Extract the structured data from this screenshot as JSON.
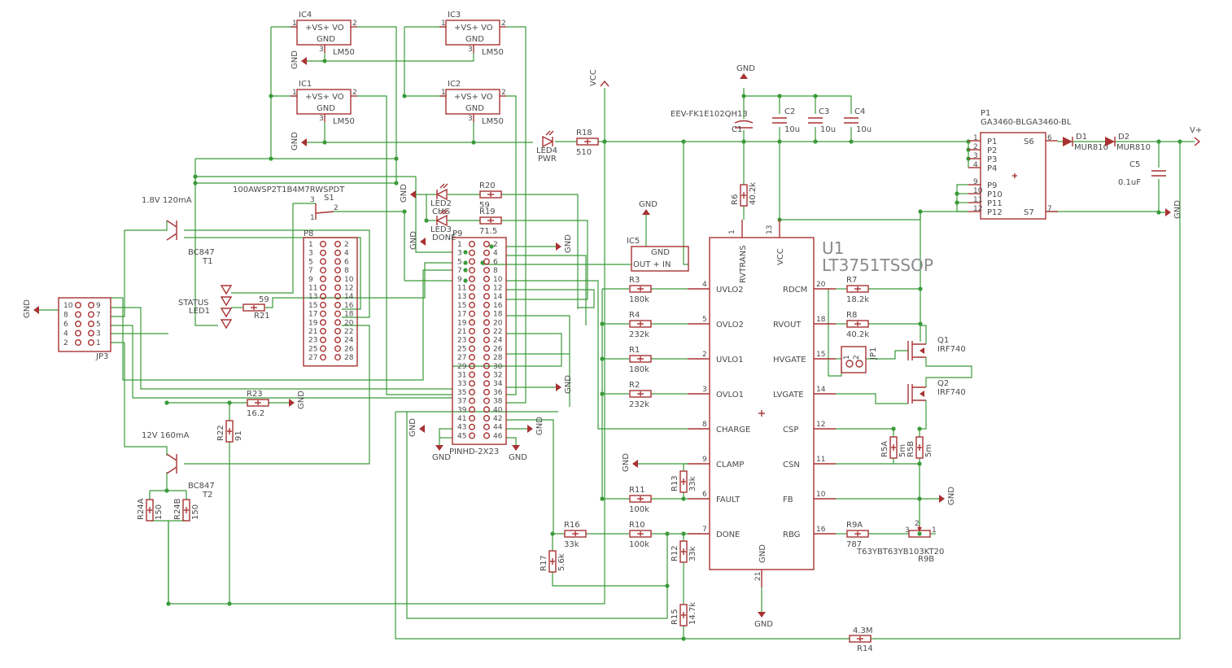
{
  "u1": {
    "ref": "U1",
    "value": "LT3751TSSOP",
    "pins_left": [
      {
        "name": "UVLO2",
        "num": "4"
      },
      {
        "name": "OVLO2",
        "num": "5"
      },
      {
        "name": "UVLO1",
        "num": "2"
      },
      {
        "name": "OVLO1",
        "num": "3"
      },
      {
        "name": "CHARGE",
        "num": "8"
      },
      {
        "name": "CLAMP",
        "num": "9"
      },
      {
        "name": "FAULT",
        "num": "6"
      },
      {
        "name": "DONE",
        "num": "7"
      }
    ],
    "pins_right": [
      {
        "name": "RDCM",
        "num": "20"
      },
      {
        "name": "RVOUT",
        "num": "18"
      },
      {
        "name": "HVGATE",
        "num": "15"
      },
      {
        "name": "LVGATE",
        "num": "14"
      },
      {
        "name": "CSP",
        "num": "12"
      },
      {
        "name": "CSN",
        "num": "11"
      },
      {
        "name": "FB",
        "num": "10"
      },
      {
        "name": "RBG",
        "num": "16"
      }
    ],
    "pins_top": [
      {
        "name": "RVTRANS",
        "num": "1"
      },
      {
        "name": "VCC",
        "num": "13"
      }
    ],
    "pin_bottom": {
      "name": "GND",
      "num": "21"
    }
  },
  "regs": [
    {
      "ref": "IC4",
      "value": "LM50",
      "pin_label": "+VS+ VO",
      "gnd": "GND",
      "p1": "1",
      "p2": "2",
      "p3": "3"
    },
    {
      "ref": "IC3",
      "value": "LM50",
      "pin_label": "+VS+ VO",
      "gnd": "GND",
      "p1": "1",
      "p2": "2",
      "p3": "3"
    },
    {
      "ref": "IC1",
      "value": "LM50",
      "pin_label": "+VS+ VO",
      "gnd": "GND",
      "p1": "1",
      "p2": "2",
      "p3": "3"
    },
    {
      "ref": "IC2",
      "value": "LM50",
      "pin_label": "+VS+ VO",
      "gnd": "GND",
      "p1": "1",
      "p2": "2",
      "p3": "3"
    }
  ],
  "ic5": {
    "ref": "IC5",
    "gnd": "GND",
    "pins": "OUT + IN"
  },
  "p1": {
    "ref": "P1",
    "value": "GA3460-BLGA3460-BL",
    "left_pins": [
      {
        "n": "1",
        "l": "P1"
      },
      {
        "n": "2",
        "l": "P2"
      },
      {
        "n": "3",
        "l": "P3"
      },
      {
        "n": "4",
        "l": "P4"
      },
      {
        "n": "9",
        "l": "P9"
      },
      {
        "n": "10",
        "l": "P10"
      },
      {
        "n": "11",
        "l": "P11"
      },
      {
        "n": "12",
        "l": "P12"
      }
    ],
    "right_pins": [
      {
        "n": "6",
        "l": "S6"
      },
      {
        "n": "7",
        "l": "S7"
      }
    ]
  },
  "resistors": [
    {
      "ref": "R18",
      "value": "510"
    },
    {
      "ref": "R20",
      "value": "59"
    },
    {
      "ref": "R19",
      "value": "71.5"
    },
    {
      "ref": "R21",
      "value": "59"
    },
    {
      "ref": "R23",
      "value": "16.2"
    },
    {
      "ref": "R22",
      "value": "91"
    },
    {
      "ref": "R24A",
      "value": "150"
    },
    {
      "ref": "R24B",
      "value": "150"
    },
    {
      "ref": "R6",
      "value": "40.2k"
    },
    {
      "ref": "R3",
      "value": "180k"
    },
    {
      "ref": "R4",
      "value": "232k"
    },
    {
      "ref": "R1",
      "value": "180k"
    },
    {
      "ref": "R2",
      "value": "232k"
    },
    {
      "ref": "R11",
      "value": "100k"
    },
    {
      "ref": "R13",
      "value": "33k"
    },
    {
      "ref": "R10",
      "value": "100k"
    },
    {
      "ref": "R12",
      "value": "33k"
    },
    {
      "ref": "R16",
      "value": "33k"
    },
    {
      "ref": "R17",
      "value": "5.6k"
    },
    {
      "ref": "R15",
      "value": "14.7k"
    },
    {
      "ref": "R14",
      "value": "4.3M"
    },
    {
      "ref": "R7",
      "value": "18.2k"
    },
    {
      "ref": "R8",
      "value": "40.2k"
    },
    {
      "ref": "R9A",
      "value": "787"
    },
    {
      "ref": "R5A",
      "value": "5m"
    },
    {
      "ref": "R5B",
      "value": "5m"
    }
  ],
  "caps": [
    {
      "ref": "C1",
      "value": "EEV-FK1E102QH13"
    },
    {
      "ref": "C2",
      "value": "10u"
    },
    {
      "ref": "C3",
      "value": "10u"
    },
    {
      "ref": "C4",
      "value": "10u"
    },
    {
      "ref": "C5",
      "value": "0.1uF"
    }
  ],
  "leds": [
    {
      "ref": "LED4",
      "value": "PWR"
    },
    {
      "ref": "LED2",
      "value": "CHG"
    },
    {
      "ref": "LED3",
      "value": "DONE"
    },
    {
      "ref": "LED1",
      "value": "STATUS"
    }
  ],
  "transistors": [
    {
      "ref": "T1",
      "value": "BC847",
      "note": "1.8V 120mA"
    },
    {
      "ref": "T2",
      "value": "BC847",
      "note": "12V 160mA"
    }
  ],
  "mosfets": [
    {
      "ref": "Q1",
      "value": "IRF740"
    },
    {
      "ref": "Q2",
      "value": "IRF740"
    }
  ],
  "diodes": [
    {
      "ref": "D1",
      "value": "MUR810"
    },
    {
      "ref": "D2",
      "value": "MUR810"
    }
  ],
  "switch": {
    "ref": "S1",
    "value": "100AWSP2T1B4M7RWSPDT",
    "pins": [
      "1",
      "2",
      "3"
    ]
  },
  "trimmer": {
    "ref": "R9B",
    "value": "T63YBT63YB103KT20",
    "pins": [
      "1",
      "2",
      "3"
    ]
  },
  "jp1": {
    "ref": "JP1",
    "pins": [
      "1",
      "2"
    ]
  },
  "jp3": {
    "ref": "JP3",
    "rows": [
      [
        "10",
        "9"
      ],
      [
        "8",
        "7"
      ],
      [
        "6",
        "5"
      ],
      [
        "4",
        "3"
      ],
      [
        "2",
        "1"
      ]
    ]
  },
  "p8": {
    "ref": "P8",
    "left": [
      "1",
      "3",
      "5",
      "7",
      "9",
      "11",
      "13",
      "15",
      "17",
      "19",
      "21",
      "23",
      "25",
      "27"
    ],
    "right": [
      "2",
      "4",
      "6",
      "8",
      "10",
      "12",
      "14",
      "16",
      "18",
      "20",
      "22",
      "24",
      "26",
      "28"
    ]
  },
  "p9": {
    "ref": "P9",
    "value": "PINHD-2X23",
    "left": [
      "1",
      "3",
      "5",
      "7",
      "9",
      "11",
      "13",
      "15",
      "17",
      "19",
      "21",
      "23",
      "25",
      "27",
      "29",
      "31",
      "33",
      "35",
      "37",
      "39",
      "41",
      "43",
      "45"
    ],
    "right": [
      "2",
      "4",
      "6",
      "8",
      "10",
      "12",
      "14",
      "16",
      "18",
      "20",
      "22",
      "24",
      "26",
      "28",
      "30",
      "32",
      "34",
      "36",
      "38",
      "40",
      "42",
      "44",
      "46"
    ]
  },
  "supplies": {
    "gnd": "GND",
    "vcc": "VCC",
    "vplus": "V+"
  }
}
